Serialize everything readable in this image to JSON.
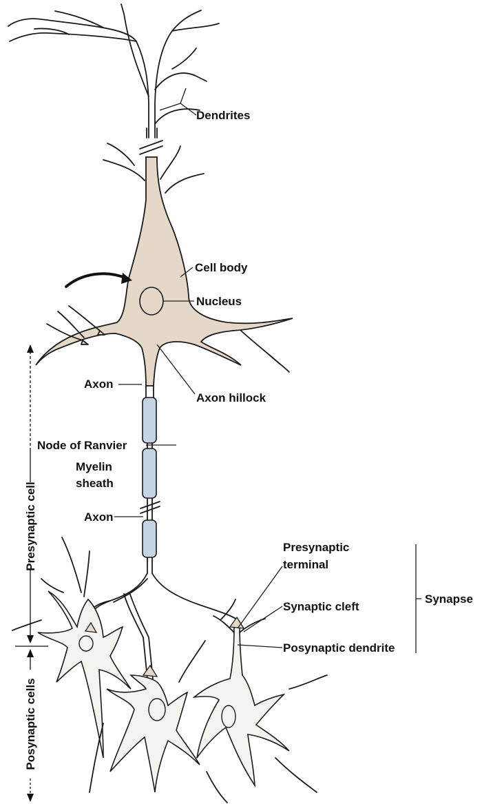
{
  "labels": {
    "dendrites": "Dendrites",
    "cell_body": "Cell body",
    "nucleus": "Nucleus",
    "axon_top": "Axon",
    "axon_hillock": "Axon hillock",
    "node_of_ranvier": "Node of Ranvier",
    "myelin_line1": "Myelin",
    "myelin_line2": "sheath",
    "axon_lower": "Axon",
    "presynaptic_line1": "Presynaptic",
    "presynaptic_line2": "terminal",
    "synaptic_cleft": "Synaptic cleft",
    "postsynaptic_dendrite": "Posynaptic dendrite",
    "synapse": "Synapse",
    "presynaptic_cell": "Presynaptic cell",
    "postsynaptic_cells": "Posynaptic cells"
  },
  "colors": {
    "cell_body_fill": "#e6d8c8",
    "myelin_fill": "#c4d4e2",
    "postsynaptic_fill": "#f3f4f0",
    "ink": "#1a1a1a"
  }
}
